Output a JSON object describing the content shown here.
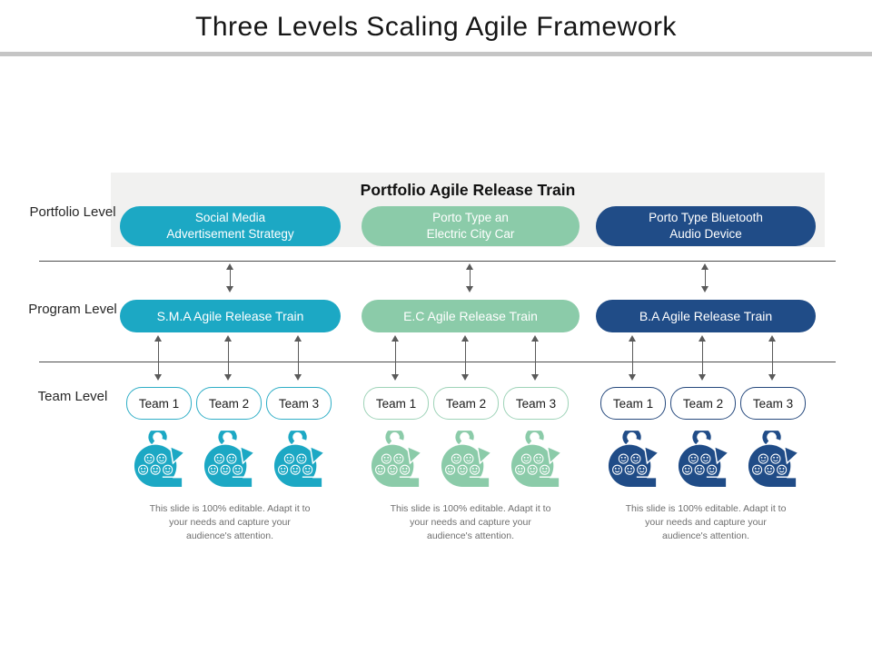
{
  "title": "Three Levels Scaling Agile Framework",
  "portfolio_header": "Portfolio Agile Release Train",
  "level_labels": {
    "portfolio": "Portfolio Level",
    "program": "Program Level",
    "team": "Team Level"
  },
  "colors": {
    "teal": "#1ca8c4",
    "green": "#8bcba9",
    "blue": "#204c87",
    "portfolio_box_bg": "#f1f1f0",
    "divider_line": "#4d4d4d",
    "arrow": "#5a5a5a",
    "title_bar": "#c5c5c5",
    "caption_text": "#6e6e6e"
  },
  "columns": [
    {
      "color_name": "teal",
      "portfolio_item": "Social Media\nAdvertisement Strategy",
      "program_item": "S.M.A Agile Release Train",
      "teams": [
        "Team 1",
        "Team 2",
        "Team 3"
      ],
      "caption": "This slide is 100% editable.  Adapt it to\nyour needs and capture your\naudience's attention."
    },
    {
      "color_name": "green",
      "portfolio_item": "Porto Type an\nElectric City Car",
      "program_item": "E.C Agile Release Train",
      "teams": [
        "Team 1",
        "Team 2",
        "Team 3"
      ],
      "caption": "This slide is 100% editable.  Adapt it to\nyour needs and capture your\naudience's attention."
    },
    {
      "color_name": "blue",
      "portfolio_item": "Porto Type Bluetooth\nAudio Device",
      "program_item": "B.A Agile Release Train",
      "teams": [
        "Team 1",
        "Team 2",
        "Team 3"
      ],
      "caption": "This slide is 100% editable.  Adapt it to\nyour needs and capture your\naudience's attention."
    }
  ]
}
